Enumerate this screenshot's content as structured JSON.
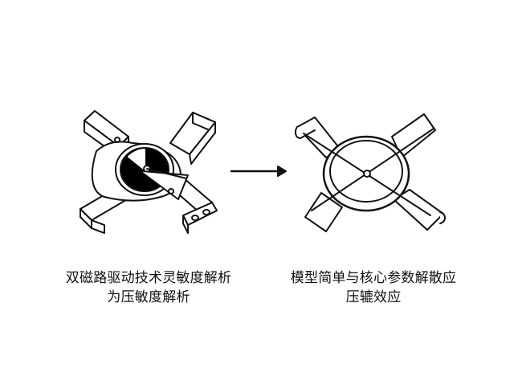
{
  "left_panel": {
    "caption_line1": "双磁路驱动技术灵敏度解析",
    "caption_line2": "为压敏度解析"
  },
  "right_panel": {
    "caption_line1": "模型简单与核心参数解散应",
    "caption_line2": "压辘效应"
  },
  "arrow": {
    "direction": "right"
  },
  "colors": {
    "background": "#ffffff",
    "ink": "#111111",
    "fill_dark": "#000000"
  }
}
